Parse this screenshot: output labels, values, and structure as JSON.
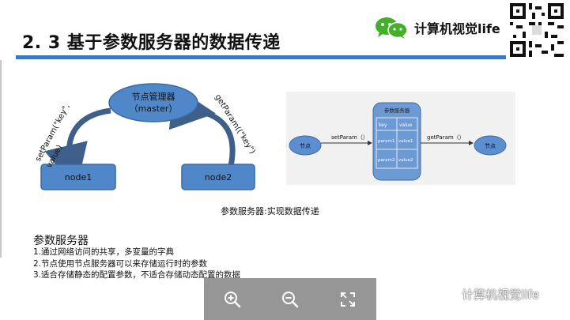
{
  "slide": {
    "title": "2. 3 基于参数服务器的数据传递",
    "brand": "计算机视觉life",
    "diagram_left": {
      "master_line1": "节点管理器",
      "master_line2": "（master）",
      "node1": "node1",
      "node2": "node2",
      "set_label": "setParam(\"key\",",
      "set_label2": "value)",
      "get_label": "getParam((\"key\")"
    },
    "diagram_right": {
      "server_title": "参数服务器",
      "table_headers": [
        "key",
        "value"
      ],
      "table_rows": [
        [
          "param1",
          "value1"
        ],
        [
          "param2",
          "value2"
        ]
      ],
      "left_node": "节点",
      "right_node": "节点",
      "set_arrow": "setParam（）",
      "get_arrow": "getParam（）"
    },
    "caption": "参数服务器:实现数据传递",
    "section_title": "参数服务器",
    "bullets": [
      "1.通过网络访问的共享，多变量的字典",
      "2.节点使用节点服务器可以来存储运行时的参数",
      "3.适合存储静态的配置参数，不适合存储动态配置的数据"
    ]
  },
  "toolbar": {
    "zoom_in_icon": "zoom-in-icon",
    "zoom_out_icon": "zoom-out-icon",
    "fullscreen_icon": "fullscreen-icon"
  },
  "watermark": {
    "text": "计算机视觉life"
  },
  "colors": {
    "accent": "#3a78c2",
    "node_fill": "#4f87c9",
    "server_fill": "#6d9ad3"
  }
}
